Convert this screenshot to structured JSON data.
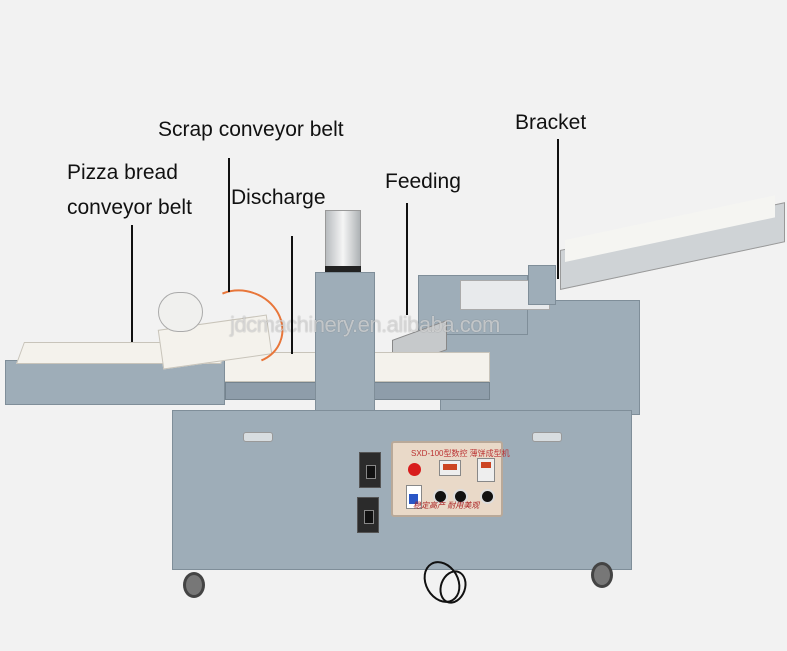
{
  "diagram": {
    "subject": "Pizza bread forming machine",
    "labels": [
      {
        "id": "scrap-conveyor-belt",
        "text": "Scrap conveyor belt"
      },
      {
        "id": "pizza-bread-conveyor-belt",
        "line1": "Pizza bread",
        "line2": "conveyor belt"
      },
      {
        "id": "discharge",
        "text": "Discharge"
      },
      {
        "id": "feeding",
        "text": "Feeding"
      },
      {
        "id": "bracket",
        "text": "Bracket"
      }
    ],
    "watermark": "jdcmachinery.en.alibaba.com",
    "control_panel": {
      "title": "SXD-100型数控 薄饼成型机",
      "footer": "稳定高产 耐用美观"
    },
    "colors": {
      "background": "#f2f2f2",
      "machine_body": "#9eadb8",
      "belt": "#f4f2ec",
      "control_panel": "#e9d9c8",
      "hose": "#e8763a",
      "label_text": "#111111"
    }
  }
}
